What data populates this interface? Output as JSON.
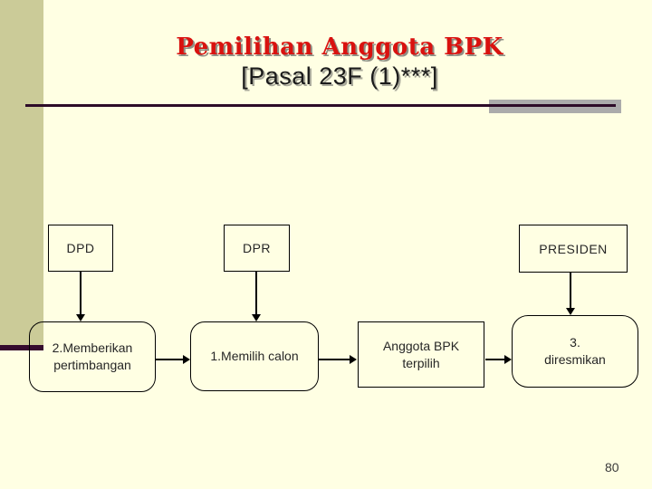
{
  "slide": {
    "title": "Pemilihan Anggota BPK",
    "subtitle": "[Pasal 23F (1)***]",
    "page_number": "80"
  },
  "colors": {
    "background": "#ffffe3",
    "sidebar": "#cbcb98",
    "sidebar_stripe": "#350b2e",
    "title_rule": "#2d0b28",
    "title_rule_accent": "#ababab",
    "title_red": "#d9120f",
    "box_border": "#000000",
    "box_text": "#262626"
  },
  "diagram": {
    "top_boxes": [
      {
        "id": "dpd",
        "label": "DPD"
      },
      {
        "id": "dpr",
        "label": "DPR"
      },
      {
        "id": "presiden",
        "label": "PRESIDEN"
      }
    ],
    "flow_boxes": [
      {
        "id": "pertimbangan",
        "shape": "rounded",
        "line1": "2.Memberikan",
        "line2": "pertimbangan"
      },
      {
        "id": "memilih-calon",
        "shape": "rounded",
        "line1": "1.Memilih calon",
        "line2": ""
      },
      {
        "id": "anggota-terpilih",
        "shape": "rectangle",
        "line1": "Anggota BPK",
        "line2": "terpilih"
      },
      {
        "id": "diresmikan",
        "shape": "rounded",
        "line1": "3.",
        "line2": "diresmikan"
      }
    ],
    "arrows": [
      {
        "from": "dpd",
        "to": "pertimbangan",
        "direction": "down"
      },
      {
        "from": "dpr",
        "to": "memilih-calon",
        "direction": "down"
      },
      {
        "from": "presiden",
        "to": "diresmikan",
        "direction": "down"
      },
      {
        "from": "pertimbangan",
        "to": "memilih-calon",
        "direction": "right"
      },
      {
        "from": "memilih-calon",
        "to": "anggota-terpilih",
        "direction": "right"
      },
      {
        "from": "anggota-terpilih",
        "to": "diresmikan",
        "direction": "right"
      }
    ]
  }
}
